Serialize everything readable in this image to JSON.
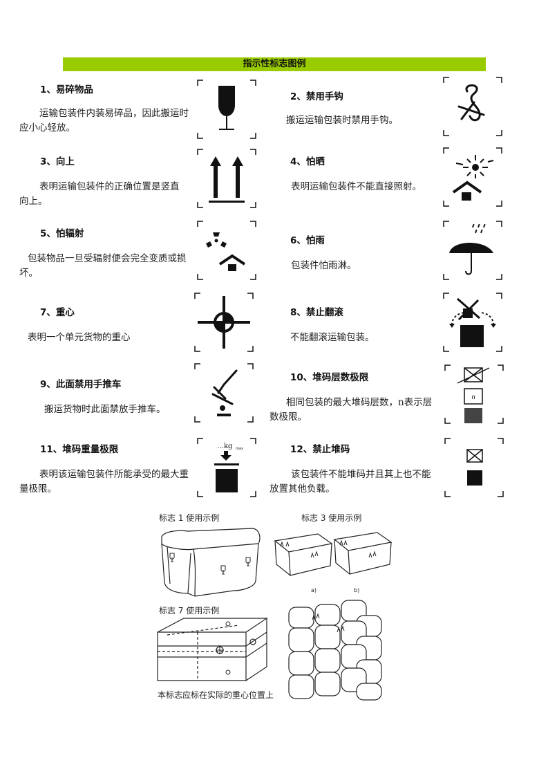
{
  "header": {
    "title": "指示性标志图例"
  },
  "items": [
    {
      "title": "1、易碎物品",
      "desc": "运输包装件内装易碎品，因此搬运时应小心轻放。"
    },
    {
      "title": "2、禁用手钩",
      "desc": "搬运运输包装时禁用手钩。"
    },
    {
      "title": "3、向上",
      "desc": "表明运输包装件的正确位置是竖直向上。"
    },
    {
      "title": "4、怕晒",
      "desc": "表明运输包装件不能直接照射。"
    },
    {
      "title": "5、怕辐射",
      "desc": "包装物品一旦受辐射便会完全变质或损坏。"
    },
    {
      "title": "6、怕雨",
      "desc": "包装件怕雨淋。"
    },
    {
      "title": "7、重心",
      "desc": "表明一个单元货物的重心"
    },
    {
      "title": "8、禁止翻滚",
      "desc": "不能翻滚运输包装。"
    },
    {
      "title": "9、此面禁用手推车",
      "desc": "搬运货物时此面禁放手推车。"
    },
    {
      "title": "10、堆码层数极限",
      "desc": "相同包装的最大堆码层数，n表示层数极限。"
    },
    {
      "title": "11、堆码重量极限",
      "desc": "表明该运输包装件所能承受的最大重量极限。"
    },
    {
      "title": "12、禁止堆码",
      "desc": "该包装件不能堆码并且其上也不能放置其他负载。"
    }
  ],
  "icon_text": {
    "weight_label": "…kg",
    "weight_sub": "max",
    "stack_n": "n"
  },
  "examples": {
    "caption_1": "标志 1 使用示例",
    "caption_3": "标志 3 使用示例",
    "caption_7": "标志 7 使用示例",
    "label_a": "a)",
    "label_b": "b)",
    "note": "本标志应标在实际的重心位置上"
  },
  "colors": {
    "banner": "#99cc00",
    "ink": "#111111",
    "stack_dark": "#444444"
  }
}
